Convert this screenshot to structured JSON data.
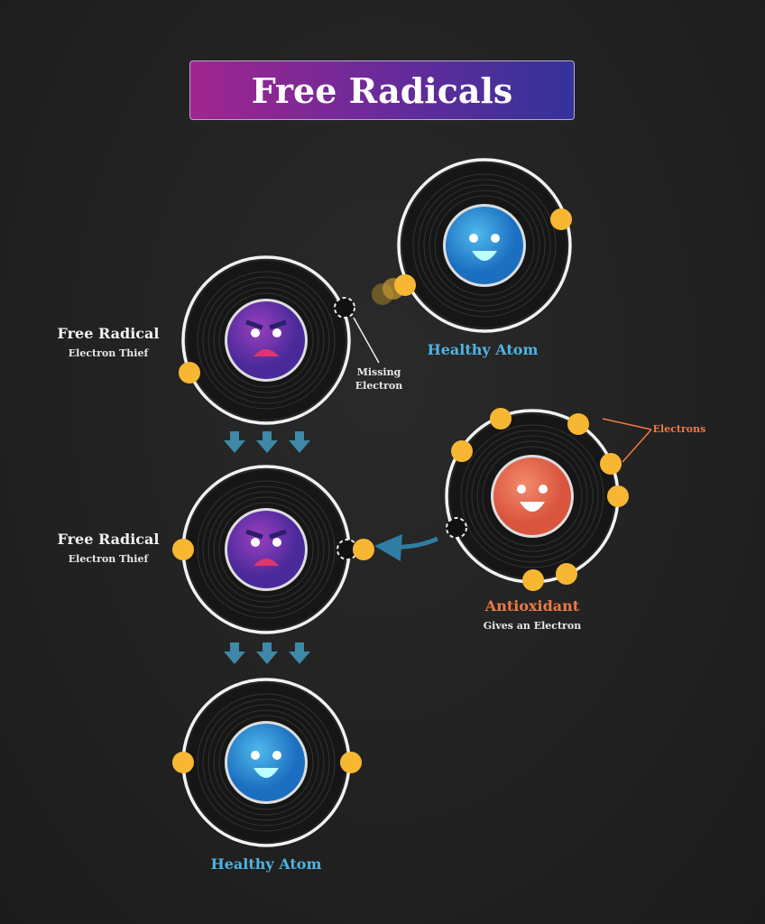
{
  "title": "Free Radicals",
  "labels": {
    "healthy_top": "Healthy Atom",
    "fr1_title": "Free Radical",
    "fr1_sub": "Electron Thief",
    "missing_1": "Missing",
    "missing_2": "Electron",
    "fr2_title": "Free Radical",
    "fr2_sub": "Electron Thief",
    "electrons": "Electrons",
    "antioxidant": "Antioxidant",
    "antioxidant_sub": "Gives an Electron",
    "healthy_bottom": "Healthy Atom"
  },
  "colors": {
    "healthy": "#2a8fd6",
    "radical": "#7a2fa8",
    "antioxidant": "#ee7558",
    "electron": "#f7b733",
    "arrow": "#3f88a8",
    "label_blue": "#4fb3e0",
    "label_orange": "#ee7a45"
  }
}
